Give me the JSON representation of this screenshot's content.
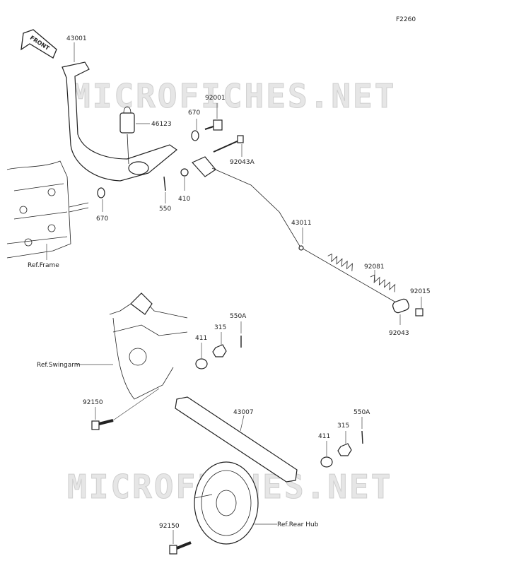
{
  "figure_code": "F2260",
  "watermarks": [
    "MICROFICHES.NET",
    "MICROFICHES.NET"
  ],
  "front_arrow_label": "FRONT",
  "parts": {
    "p43001": "43001",
    "p92001": "92001",
    "p670a": "670",
    "p46123": "46123",
    "p92043A": "92043A",
    "p410": "410",
    "p550": "550",
    "p670b": "670",
    "p43011": "43011",
    "p92081": "92081",
    "p92015": "92015",
    "p92043": "92043",
    "p550Aa": "550A",
    "p315a": "315",
    "p411a": "411",
    "p92150a": "92150",
    "p43007": "43007",
    "p550Ab": "550A",
    "p315b": "315",
    "p411b": "411",
    "p92150b": "92150"
  },
  "references": {
    "frame": "Ref.Frame",
    "swingarm": "Ref.Swingarm",
    "rear_hub": "Ref.Rear Hub"
  }
}
